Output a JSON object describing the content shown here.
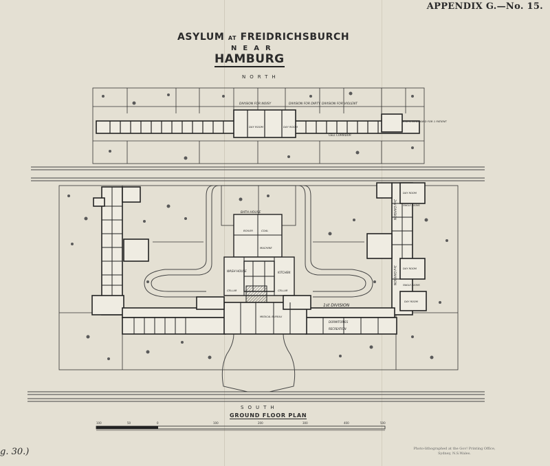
{
  "header": {
    "appendix": "APPENDIX G.—No. 15.",
    "fig_number": "g. 30.)"
  },
  "title": {
    "line1": "ASYLUM",
    "at": "AT",
    "line1b": "FREIDRICHSBURCH",
    "line2": "NEAR",
    "line3": "HAMBURG"
  },
  "compass": {
    "north": "NORTH",
    "south": "SOUTH"
  },
  "plan_title": "GROUND FLOOR PLAN",
  "rooms": {
    "div_noisy": "DIVISION FOR NOISY",
    "div_dirty": "DIVISION FOR DIRTY",
    "div_violent": "DIVISION FOR VIOLENT",
    "cell_corridor": "CELL CORRIDOR",
    "exercising_yard": "EXERCISING YARD FOR 1 PATIENT",
    "day_room_n1": "DAY ROOM",
    "day_room_n2": "DAY ROOM",
    "bath_house": "BATH HOUSE",
    "boiler": "BOILER",
    "coal": "COAL",
    "machine": "MACHINE",
    "wash_house": "WASH HOUSE",
    "kitchen": "KITCHEN",
    "cellar_l": "CELLAR",
    "cellar_r": "CELLAR",
    "division_2nd": "2nd DIVISION",
    "division_3rd": "3rd DIVISION",
    "division_1st": "1st DIVISION",
    "dormitories": "DORMITORIES",
    "recreation": "RECREATION",
    "medical_bureau": "MEDICAL BUREAU",
    "day_room_e1": "DAY ROOM",
    "day_room_e2": "DAY ROOM",
    "day_room_e3": "DAY ROOM",
    "single_room_1": "SINGLE ROOMS",
    "single_room_2": "SINGLE ROOMS"
  },
  "scale": {
    "labels": [
      "100",
      "50",
      "0",
      "100",
      "200",
      "300",
      "400",
      "500"
    ]
  },
  "printer_note": "Photo-lithographed at the Gov! Printing Office, Sydney, N.S.Wales."
}
